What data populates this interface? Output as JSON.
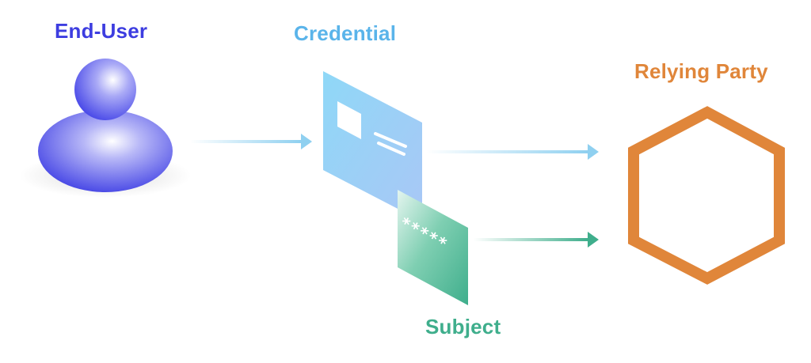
{
  "labels": {
    "end_user": "End-User",
    "credential": "Credential",
    "relying_party": "Relying Party",
    "subject": "Subject"
  },
  "subject_card": {
    "masked_text": "*****"
  },
  "colors": {
    "end_user": "#3d3de0",
    "credential": "#5ab4ea",
    "relying_party": "#e0863a",
    "subject": "#3fae8c",
    "arrow_credential": "#8fd0f0",
    "arrow_subject": "#3fae8c"
  },
  "icons": {
    "end_user": "user-avatar-icon",
    "credential": "id-card-icon",
    "subject": "password-card-icon",
    "relying_party": "hexagon-icon"
  }
}
